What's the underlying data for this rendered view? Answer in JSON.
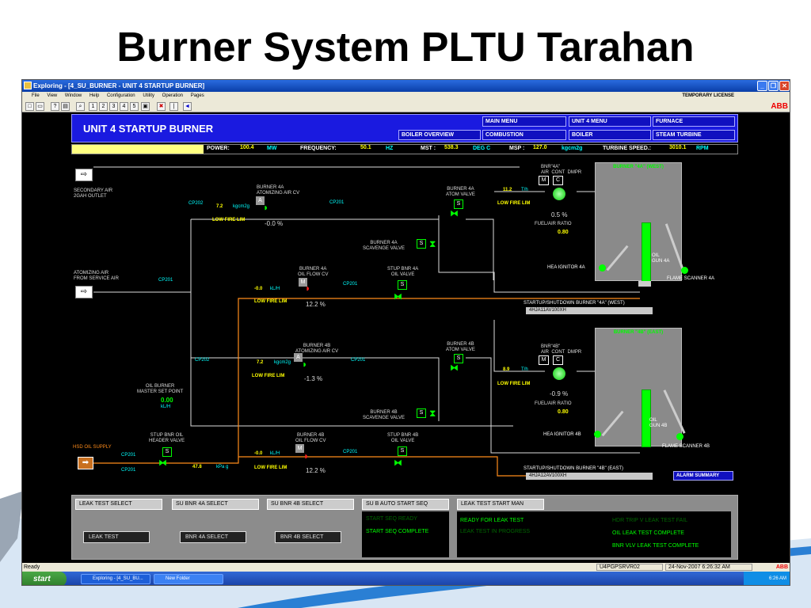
{
  "slide": {
    "title": "Burner System PLTU Tarahan"
  },
  "window": {
    "title": "Exploring - [4_SU_BURNER - UNIT 4 STARTUP BURNER]",
    "menu": [
      "File",
      "View",
      "Window",
      "Help",
      "Configuration",
      "Utility",
      "Operation",
      "Pages"
    ],
    "license": "TEMPORARY LICENSE",
    "toolbar_pages": [
      "1",
      "2",
      "3",
      "4",
      "5"
    ],
    "brand": "ABB"
  },
  "header": {
    "title": "UNIT 4 STARTUP BURNER",
    "nav": {
      "boiler_overview": "BOILER OVERVIEW",
      "main_menu": "MAIN MENU",
      "combustion": "COMBUSTION",
      "unit4_menu": "UNIT 4 MENU",
      "boiler": "BOILER",
      "furnace": "FURNACE",
      "steam_turbine": "STEAM TURBINE"
    }
  },
  "status": {
    "power_label": "POWER:",
    "power_value": "100.4",
    "power_unit": "MW",
    "freq_label": "FREQUENCY:",
    "freq_value": "50.1",
    "freq_unit": "HZ",
    "mst_label": "MST :",
    "mst_value": "538.3",
    "mst_unit": "DEG C",
    "msp_label": "MSP :",
    "msp_value": "127.0",
    "msp_unit": "kgcm2g",
    "speed_label": "TURBINE SPEED.:",
    "speed_value": "3010.1",
    "speed_unit": "RPM"
  },
  "diagram": {
    "secondary_air": "SECONDARY AIR\n2GAH OUTLET",
    "atomizing_air": "ATOMIZING AIR\nFROM SERVICE AIR",
    "master_label": "OIL BURNER\nMASTER SET POINT",
    "master_value": "0.00",
    "master_unit": "kL/H",
    "hsd_supply": "HSD OIL SUPPLY",
    "stup_header": "STUP BNR OIL\nHEADER VALVE",
    "header_pressure": "47.8",
    "header_unit": "kPa g",
    "cp202": "CP202",
    "cp201": "CP201",
    "low_fire": "LOW FIRE LIM",
    "a": {
      "atom_cv": "BURNER 4A\nATOMIZING AIR CV",
      "atom_value": "7.2",
      "atom_unit": "kgcm2g",
      "atom_pct": "-0.0  %",
      "atom_valve": "BURNER 4A\nATOM VALVE",
      "scavenge": "BURNER 4A\nSCAVENGE VALVE",
      "oil_cv": "BURNER 4A\nOIL FLOW CV",
      "oil_flow": "-0.0",
      "oil_unit": "kL/H",
      "oil_pct": "12.2  %",
      "oil_valve": "STUP BNR 4A\nOIL VALVE",
      "air_dmpr": "BNR\"4A\"\nAIR  CONT  DMPR",
      "air_flow": "11.2",
      "air_unit": "T/h",
      "dmpr_pct": "0.5   %",
      "fuel_air": "FUEL/AIR RATIO",
      "fuel_air_value": "0.80",
      "furnace": "BURNER \"4A\" (WEST)",
      "oil_gun": "OIL\nGUN 4A",
      "ignitor": "HEA IGNITOR 4A",
      "scanner": "FLAME SCANNER 4A",
      "startup_label": "STARTUP/SHUTDOWN BURNER \"4A\" (WEST)",
      "tag": "4HJA11AV100XH"
    },
    "b": {
      "atom_cv": "BURNER 4B\nATOMIZING AIR CV",
      "atom_value": "7.2",
      "atom_unit": "kgcm2g",
      "atom_pct": "-1.3  %",
      "atom_valve": "BURNER 4B\nATOM VALVE",
      "scavenge": "BURNER 4B\nSCAVENGE VALVE",
      "oil_cv": "BURNER 4B\nOIL FLOW CV",
      "oil_flow": "-0.0",
      "oil_unit": "kL/H",
      "oil_pct": "12.2  %",
      "oil_valve": "STUP BNR 4B\nOIL VALVE",
      "air_dmpr": "BNR\"4B\"\nAIR  CONT  DMPR",
      "air_flow": "8.9",
      "air_unit": "T/h",
      "dmpr_pct": "-0.9   %",
      "fuel_air": "FUEL/AIR RATIO",
      "fuel_air_value": "0.80",
      "furnace": "BURNER \"4B\" (EAST)",
      "oil_gun": "OIL\nGUN 4B",
      "ignitor": "HEA IGNITOR 4B",
      "scanner": "FLAME SCANNER 4B",
      "startup_label": "STARTUP/SHUTDOWN BURNER \"4B\" (EAST)",
      "tag": "4HJA12AV100XH"
    },
    "alarm_summary": "ALARM SUMMARY",
    "m": "M",
    "c": "C",
    "s": "S",
    "amode": "A"
  },
  "panel": {
    "leak_head": "LEAK TEST SELECT",
    "leak_btn": "LEAK TEST",
    "su4a_head": "SU BNR 4A SELECT",
    "su4a_btn": "BNR 4A SELECT",
    "su4b_head": "SU BNR 4B SELECT",
    "su4b_btn": "BNR 4B SELECT",
    "auto_head": "SU B AUTO START SEQ",
    "seq_ready": "START SEQ READY",
    "seq_complete": "START SEQ COMPLETE",
    "man_head": "LEAK TEST START MAN",
    "ready_leak": "READY FOR LEAK TEST",
    "leak_progress": "LEAK TEST IN PROGRESS",
    "hdr_fail": "HDR TRIP V LEAK TEST FAIL",
    "oil_complete": "OIL LEAK TEST COMPLETE",
    "bnr_complete": "BNR VLV LEAK TEST COMPLETE"
  },
  "statusbar": {
    "ready": "Ready",
    "host": "U4PGPSRVR02",
    "datetime": "24-Nov-2007 6:26:32 AM",
    "brand": "ABB"
  },
  "taskbar": {
    "start": "start",
    "task1": "Exploring - [4_SU_BU...",
    "task2": "New Folder",
    "clock": "6:26 AM"
  },
  "colors": {
    "hmi_bg": "#000000",
    "nav_blue": "#1a1ae0",
    "valve_green": "#00ff00",
    "valve_red": "#ff2020",
    "oil_line": "#ff8c1a"
  }
}
